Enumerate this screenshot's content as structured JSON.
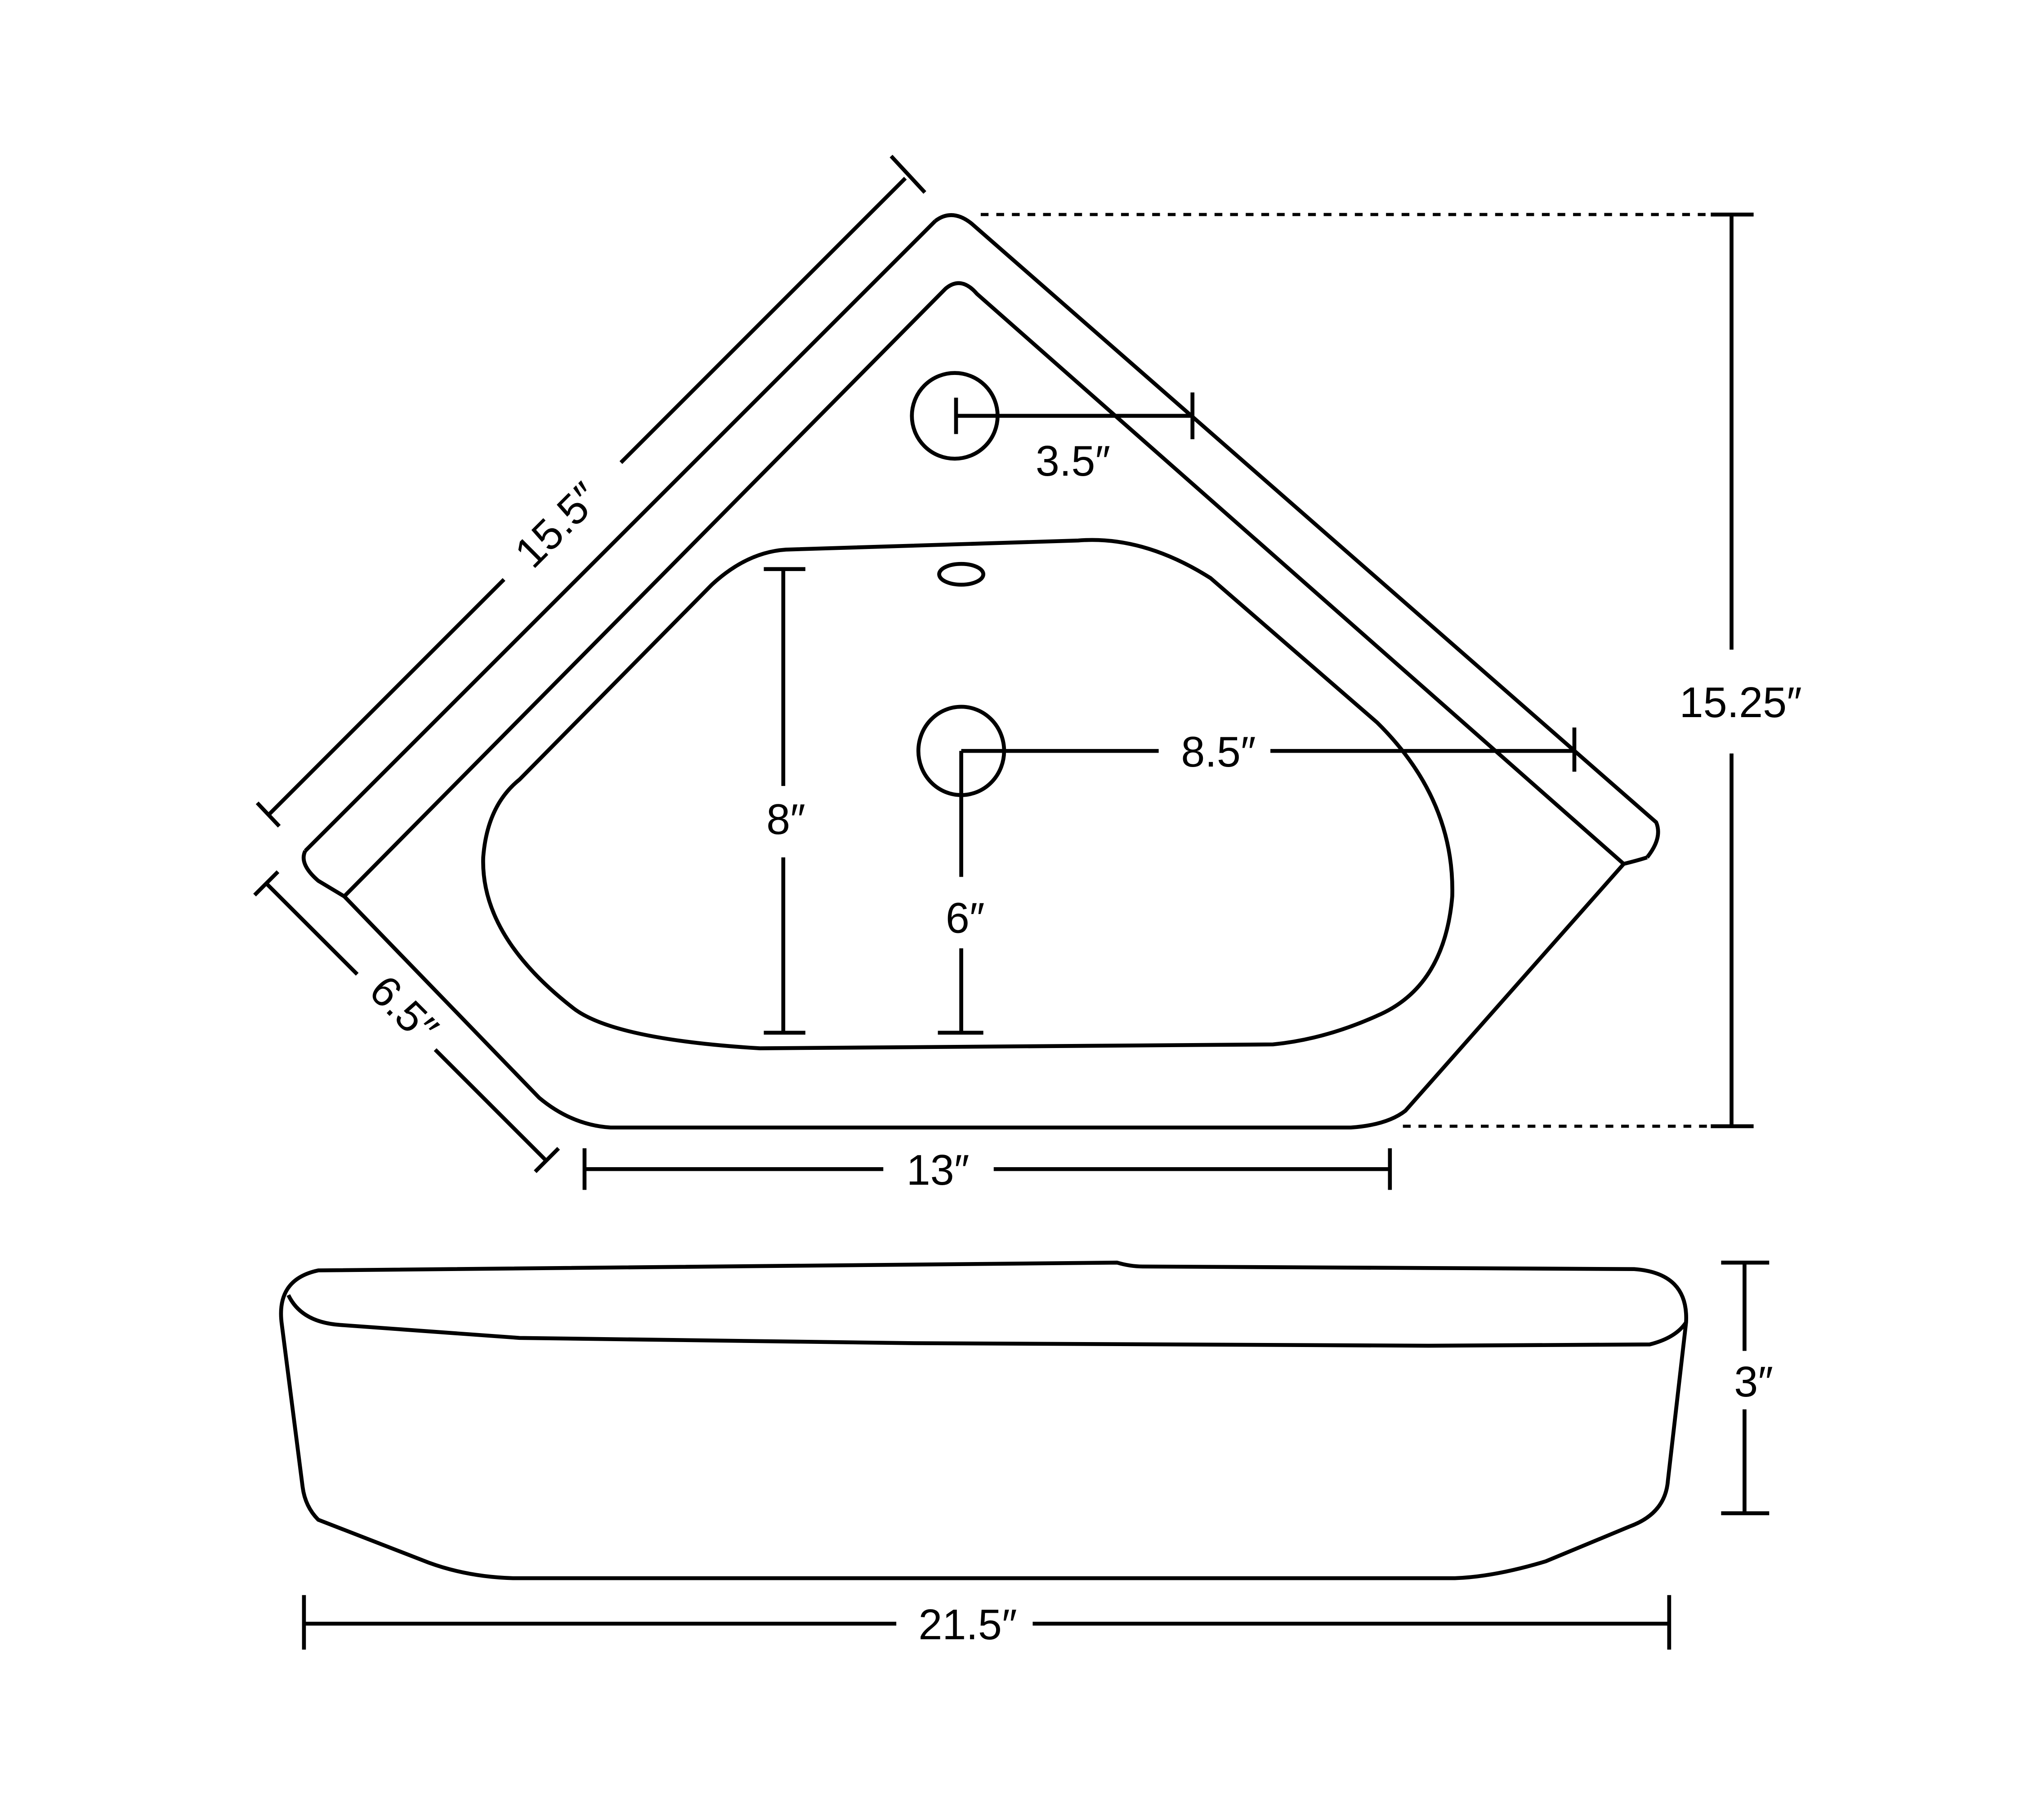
{
  "diagram": {
    "title": "Corner sink dimension drawing",
    "line_color": "#000000",
    "background": "#ffffff",
    "top_view": {
      "dimensions": {
        "back_edge_length": "15.5″",
        "side_edge_length": "6.5″",
        "front_edge_length": "13″",
        "overall_depth": "15.25″",
        "faucet_hole_offset": "3.5″",
        "drain_to_edge": "8.5″",
        "bowl_depth": "8″",
        "drain_to_bowl_front": "6″"
      },
      "features": [
        "faucet-hole",
        "overflow-hole",
        "drain-hole",
        "bowl-outline",
        "rim-outline"
      ]
    },
    "front_view": {
      "dimensions": {
        "overall_width": "21.5″",
        "height": "3″"
      }
    }
  }
}
